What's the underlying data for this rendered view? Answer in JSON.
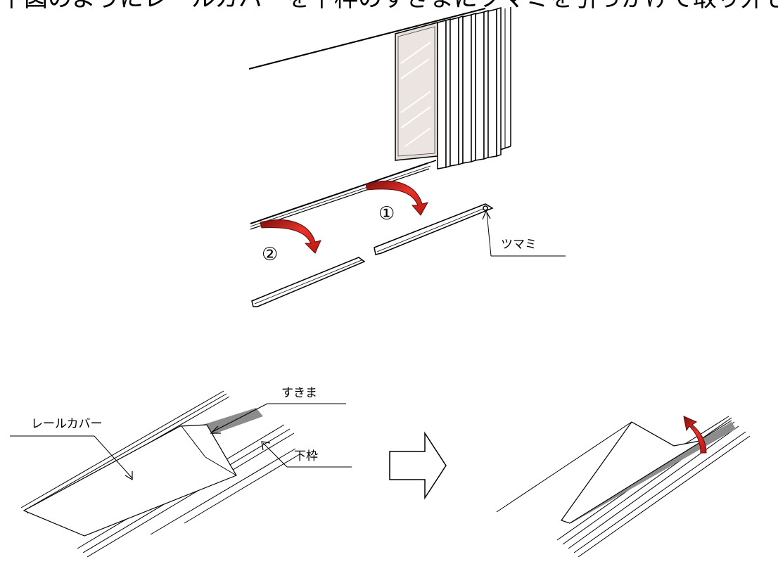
{
  "header": {
    "text": "下図のようにレールカバーを下枠のすきまにツマミを引っかけて取り外します。"
  },
  "steps": {
    "step1": "①",
    "step2": "②"
  },
  "labels": {
    "tsumami": "ツマミ",
    "sukima": "すきま",
    "rail_cover": "レールカバー",
    "shitawaku": "下枠"
  },
  "colors": {
    "arrow_red": "#e8342a",
    "arrow_dark": "#7a0d0d",
    "glass": "#e6dfdb",
    "gap_gray": "#8c8c8c"
  },
  "icons": {
    "transition_arrow": "outline-right-arrow"
  }
}
